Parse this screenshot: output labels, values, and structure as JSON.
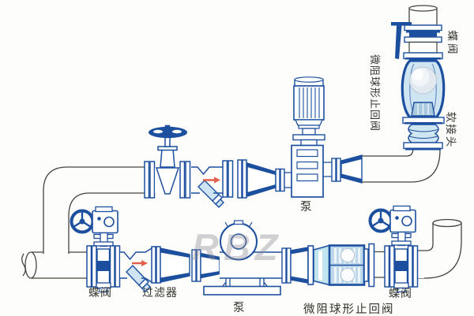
{
  "figure": {
    "type": "pump-piping-installation-diagram",
    "watermark": "RBZ",
    "colors": {
      "component_blue": "#1d4f9f",
      "pipe_outline": "#45443e",
      "light_blue_fill": "#cfe4f2",
      "cyan_fill": "#c2e4ef",
      "arrow_red": "#e4604e",
      "watermark_gray": "#8a8a94",
      "label_text": "#33332c"
    },
    "labels": {
      "top_butterfly_valve": "蝶阀",
      "vertical_check_valve": "微阻球形止回阀",
      "flexible_joint": "软接头",
      "vertical_pump": "泵",
      "left_butterfly_valve": "蝶阀",
      "strainer": "过滤器",
      "horizontal_pump": "泵",
      "horizontal_check_valve": "微阻球形止回阀",
      "right_butterfly_valve": "蝶阀"
    }
  }
}
